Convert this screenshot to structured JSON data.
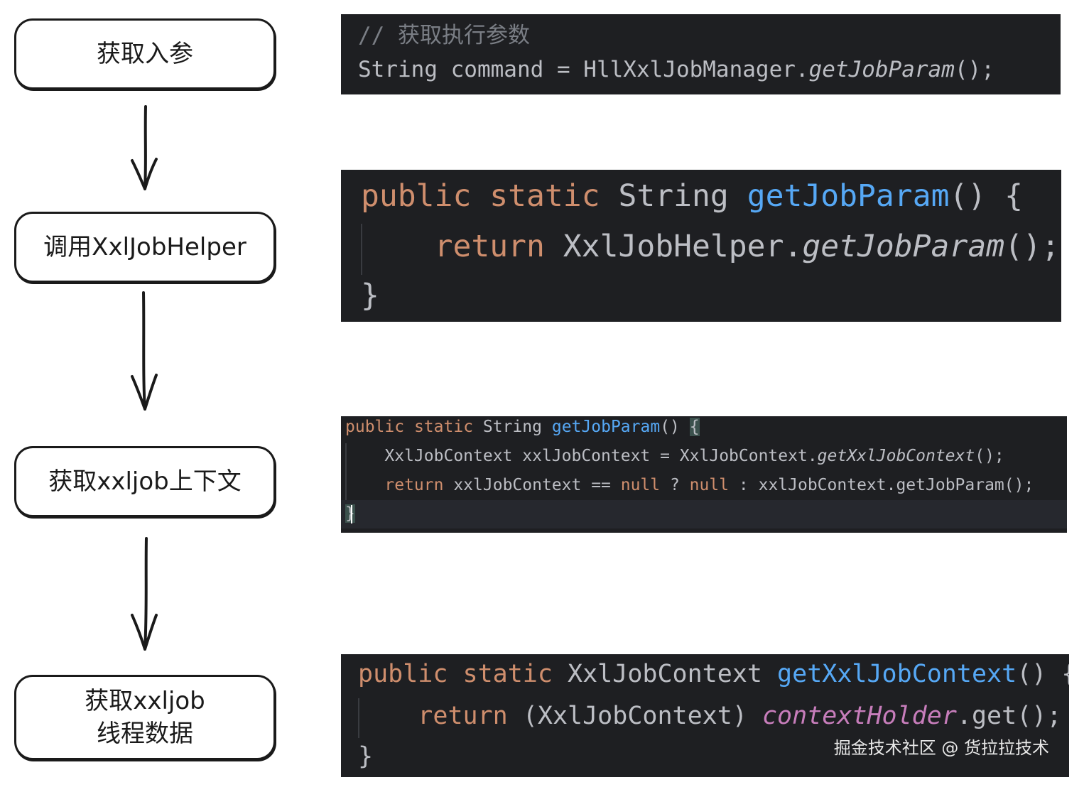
{
  "flow": {
    "step1": "获取入参",
    "step2": "调用XxlJobHelper",
    "step3": "获取xxljob上下文",
    "step4_line1": "获取xxljob",
    "step4_line2": "线程数据"
  },
  "code1": {
    "comment": "// 获取执行参数",
    "l2_type": "String",
    "l2_var": " command = ",
    "l2_cls": "HllXxlJobManager.",
    "l2_call": "getJobParam",
    "l2_end": "();"
  },
  "code2": {
    "kw1": "public",
    "kw2": "static",
    "type": "String",
    "fn": "getJobParam",
    "sig_end": "() {",
    "ret": "return",
    "cls": "XxlJobHelper.",
    "call": "getJobParam",
    "end": "();",
    "close": "}"
  },
  "code3": {
    "kw1": "public",
    "kw2": "static",
    "type": "String",
    "fn": "getJobParam",
    "sig_end": "() ",
    "brace": "{",
    "l2_a": "XxlJobContext xxlJobContext = XxlJobContext.",
    "l2_call": "getXxlJobContext",
    "l2_end": "();",
    "ret": "return",
    "l3_a": " xxlJobContext == ",
    "null1": "null",
    "l3_b": " ? ",
    "null2": "null",
    "l3_c": " : xxlJobContext.getJobParam();",
    "close": "}"
  },
  "code4": {
    "kw1": "public",
    "kw2": "static",
    "type": "XxlJobContext",
    "fn": "getXxlJobContext",
    "sig_end": "() {",
    "ret": "return",
    "cast": "(XxlJobContext) ",
    "field": "contextHolder",
    "end": ".get();",
    "close": "}",
    "watermark": "掘金技术社区 @ 货拉拉技术"
  }
}
